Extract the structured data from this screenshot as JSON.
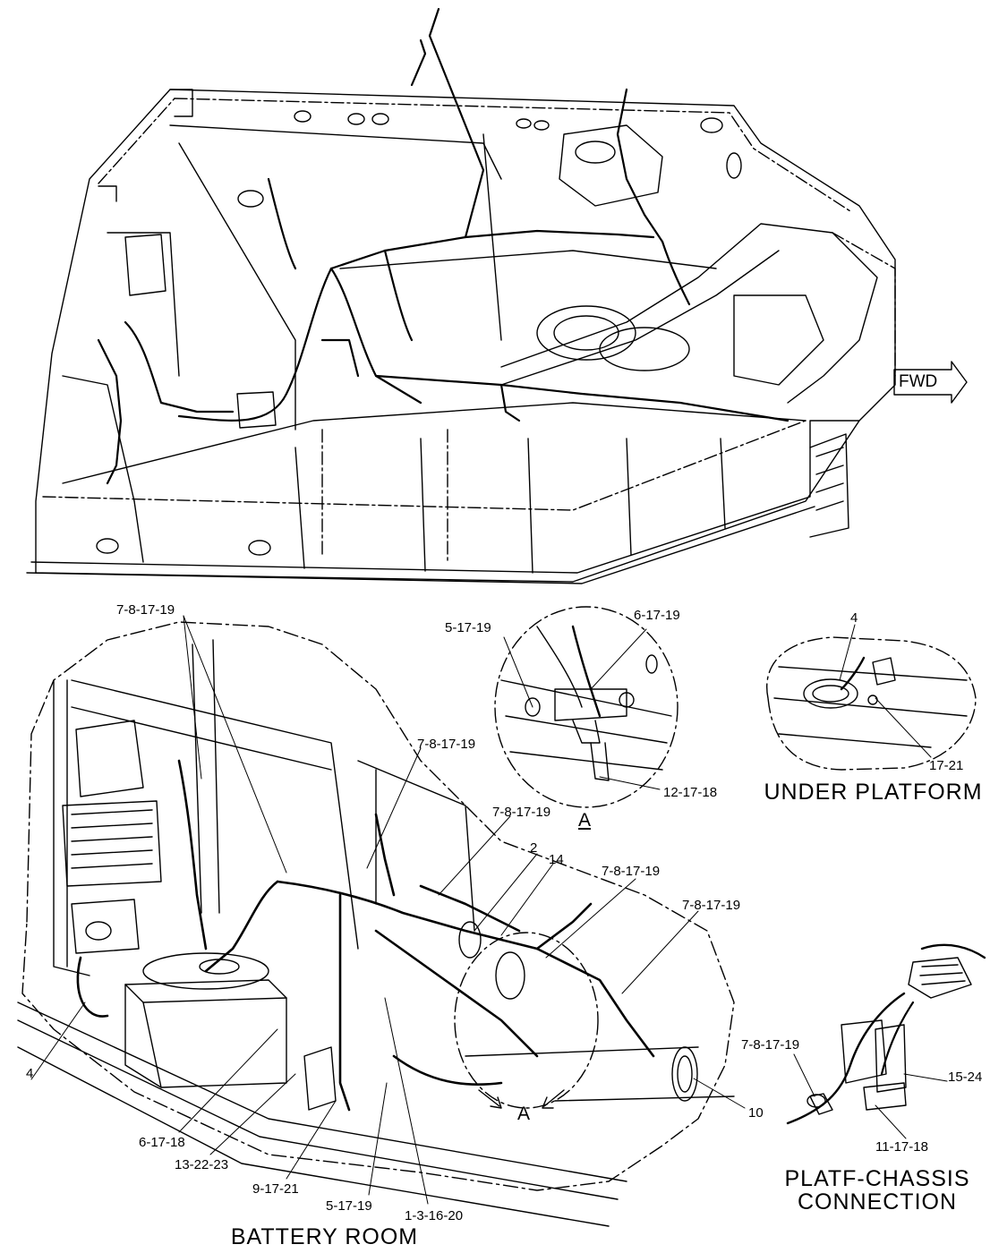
{
  "fwd_label": "FWD",
  "views": {
    "battery_room": {
      "title": "BATTERY  ROOM"
    },
    "under_platform": {
      "title": "UNDER  PLATFORM"
    },
    "platf_chassis": {
      "title_line1": "PLATF-CHASSIS",
      "title_line2": "CONNECTION"
    },
    "detail_a": {
      "letter": "A"
    },
    "section_a": {
      "letter": "A"
    }
  },
  "callouts": {
    "battery_room": [
      "7-8-17-19",
      "7-8-17-19",
      "7-8-17-19",
      "2",
      "14",
      "7-8-17-19",
      "7-8-17-19",
      "4",
      "6-17-18",
      "13-22-23",
      "9-17-21",
      "5-17-19",
      "1-3-16-20",
      "10"
    ],
    "detail_a": [
      "5-17-19",
      "6-17-19",
      "12-17-18"
    ],
    "under_platform": [
      "4",
      "17-21"
    ],
    "platf_chassis": [
      "7-8-17-19",
      "15-24",
      "11-17-18"
    ]
  }
}
